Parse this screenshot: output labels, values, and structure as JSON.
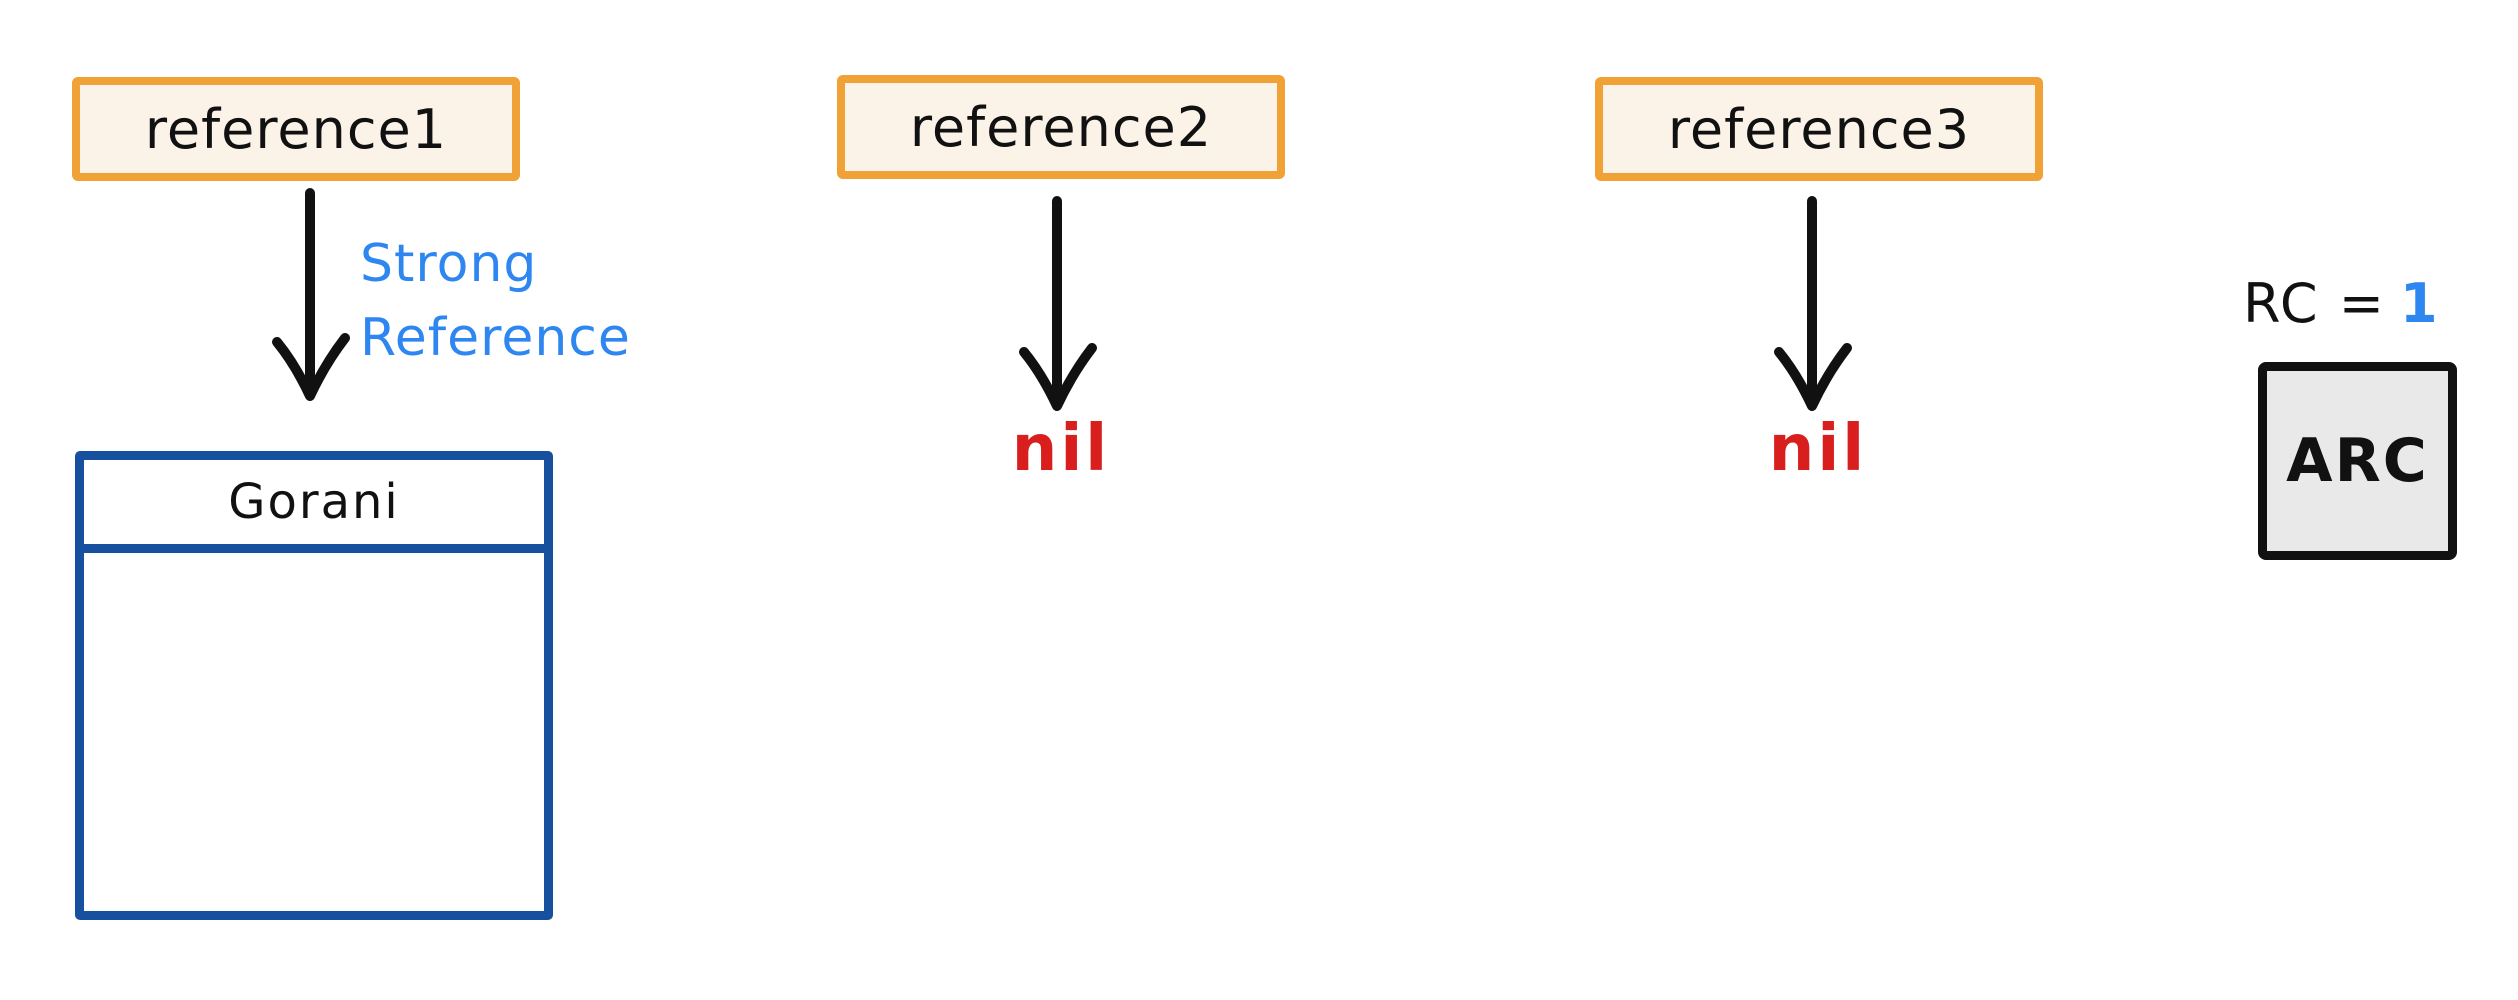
{
  "references": [
    {
      "label": "reference1",
      "points_to": "Gorani instance"
    },
    {
      "label": "reference2",
      "points_to": "nil"
    },
    {
      "label": "reference3",
      "points_to": "nil"
    }
  ],
  "strong_reference_label": {
    "line1": "Strong",
    "line2": "Reference"
  },
  "instance": {
    "class_name": "Gorani"
  },
  "nil_labels": [
    "nil",
    "nil"
  ],
  "rc_counter": {
    "prefix": "RC =",
    "value": "1"
  },
  "arc": {
    "label": "ARC"
  },
  "colors": {
    "reference_border": "#F0A237",
    "reference_fill": "#FBF2E8",
    "instance_border": "#17509E",
    "strong_reference_text": "#2E86F0",
    "nil_text": "#D91E1E",
    "rc_value": "#2E86F0",
    "arc_border": "#111111",
    "arc_fill": "#E9E9E9",
    "arrow": "#111111"
  }
}
